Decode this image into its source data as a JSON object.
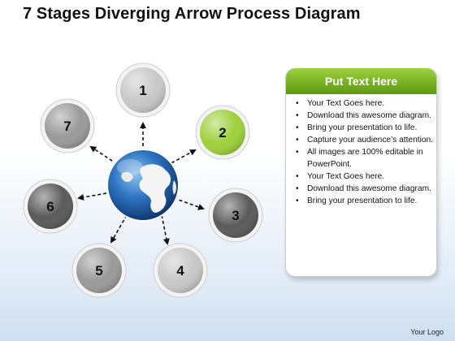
{
  "title": "7 Stages Diverging Arrow Process Diagram",
  "stages": [
    {
      "label": "1",
      "color": "#c8c8c8"
    },
    {
      "label": "2",
      "color": "#9dd13a"
    },
    {
      "label": "3",
      "color": "#5a5a5a"
    },
    {
      "label": "4",
      "color": "#c8c8c8"
    },
    {
      "label": "5",
      "color": "#9a9a9a"
    },
    {
      "label": "6",
      "color": "#5a5a5a"
    },
    {
      "label": "7",
      "color": "#9a9a9a"
    }
  ],
  "panel": {
    "header": "Put Text Here",
    "header_color": "#78b223",
    "bullets": [
      "Your Text Goes here.",
      "Download this awesome diagram.",
      "Bring your presentation to life.",
      "Capture your audience’s attention.",
      "All images are 100% editable in PowerPoint.",
      "Your Text Goes here.",
      "Download this awesome diagram.",
      "Bring your presentation to life."
    ]
  },
  "footer": {
    "logo": "Your Logo"
  },
  "center_icon": "globe-icon"
}
